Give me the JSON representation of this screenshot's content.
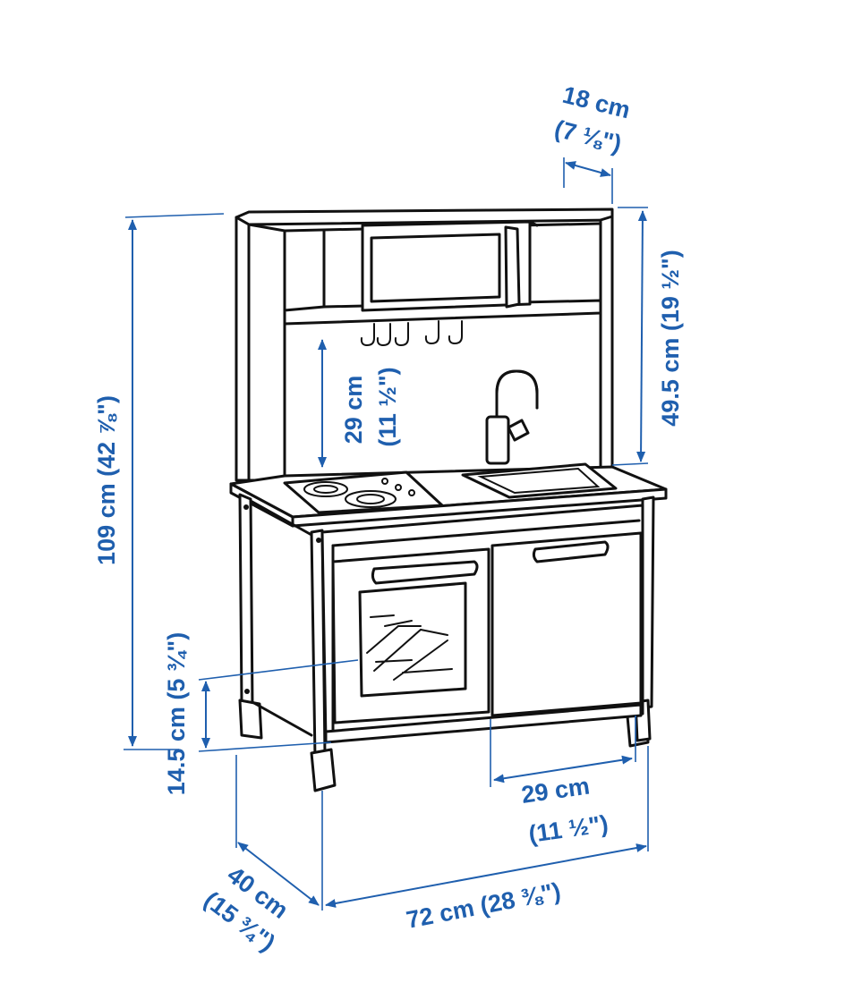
{
  "accent_color": "#1f5fae",
  "line_color": "#111111",
  "dimensions": {
    "depth_top": {
      "metric": "18 cm",
      "imperial": "(7 ⅛\")"
    },
    "upper_height": {
      "label": "49.5 cm (19 ½\")"
    },
    "total_height": {
      "label": "109 cm (42 ⅞\")"
    },
    "hook_clearance": {
      "metric": "29 cm",
      "imperial": "(11 ½\")"
    },
    "oven_height": {
      "label": "14.5 cm (5 ¾\")"
    },
    "door_width": {
      "metric": "29 cm",
      "imperial": "(11 ½\")"
    },
    "depth_base": {
      "metric": "40 cm",
      "imperial": "(15 ¾\")"
    },
    "width": {
      "label": "72 cm (28 ⅜\")"
    }
  }
}
